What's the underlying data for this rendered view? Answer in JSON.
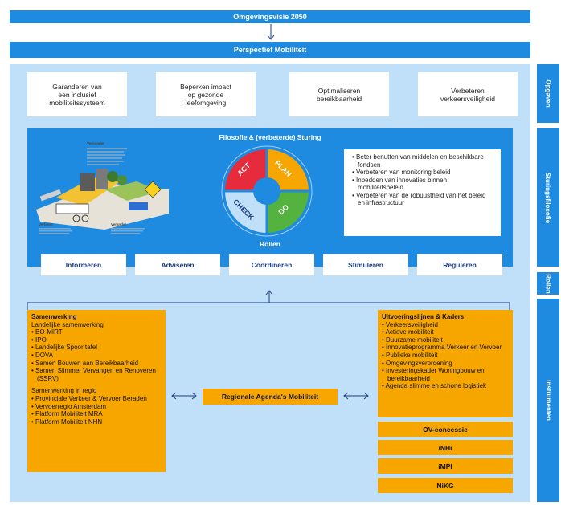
{
  "top": {
    "omgevingsvisie": "Omgevingsvisie 2050",
    "perspectief": "Perspectief Mobiliteit"
  },
  "sidebar": {
    "opgaven": "Opgaven",
    "sturingsfilosofie": "Sturingsfilosofie",
    "rollen": "Rollen",
    "instrumenten": "Instrumenten"
  },
  "opgaven": [
    {
      "line1": "Garanderen van",
      "line2": "een inclusief",
      "line3": "mobiliteitssysteem"
    },
    {
      "line1": "Beperken impact",
      "line2": "op gezonde",
      "line3": "leefomgeving"
    },
    {
      "line1": "Optimaliseren",
      "line2": "bereikbaarheid",
      "line3": ""
    },
    {
      "line1": "Verbeteren",
      "line2": "verkeersveiligheid",
      "line3": ""
    }
  ],
  "filosofie": {
    "title": "Filosofie & (verbeterde) Sturing",
    "illustration_labels": {
      "top": "Verminder",
      "bottom_left": "Verbeter",
      "bottom_right": "Verander"
    },
    "pdca": {
      "act": "ACT",
      "plan": "PLAN",
      "do": "DO",
      "check": "CHECK"
    },
    "colors": {
      "act": "#e52b3c",
      "plan": "#f7a600",
      "do": "#54b23e",
      "check": "#2f8fe0"
    },
    "bullets": [
      "Beter benutten van middelen en beschikbare fondsen",
      "Verbeteren van monitoring beleid",
      "Inbedden van innovaties binnen mobiliteitsbeleid",
      "Verbeteren van de robuustheid van het beleid en infrastructuur"
    ]
  },
  "rollen": {
    "title": "Rollen",
    "items": [
      "Informeren",
      "Adviseren",
      "Coördineren",
      "Stimuleren",
      "Reguleren"
    ]
  },
  "samenwerking": {
    "title": "Samenwerking",
    "landelijk_title": "Landelijke samenwerking",
    "landelijk": [
      "BO-MIRT",
      "IPO",
      "Landelijke Spoor tafel",
      "DOVA",
      "Samen Bouwen aan Bereikbaarheid",
      "Samen Slimmer Vervangen en Renoveren (SSRV)"
    ],
    "regio_title": "Samenwerking in regio",
    "regio": [
      "Provinciale Verkeer & Vervoer Beraden",
      "Vervoerregio Amsterdam",
      "Platform Mobiliteit MRA",
      "Platform Mobiliteit NHN"
    ]
  },
  "regionale_agenda": "Regionale Agenda's Mobiliteit",
  "uitvoering": {
    "title": "Uitvoeringslijnen & Kaders",
    "items": [
      "Verkeersveiligheid",
      "Actieve mobiliteit",
      "Duurzame mobiliteit",
      "Innovatieprogramma Verkeer en Vervoer",
      "Publieke mobiliteit",
      "Omgevingsverordening",
      "Investeringskader Woningbouw en bereikbaarheid",
      "Agenda slimme en schone logistiek"
    ]
  },
  "instrumenten": [
    "OV-concessie",
    "iNHi",
    "iMPI",
    "NiKG"
  ]
}
